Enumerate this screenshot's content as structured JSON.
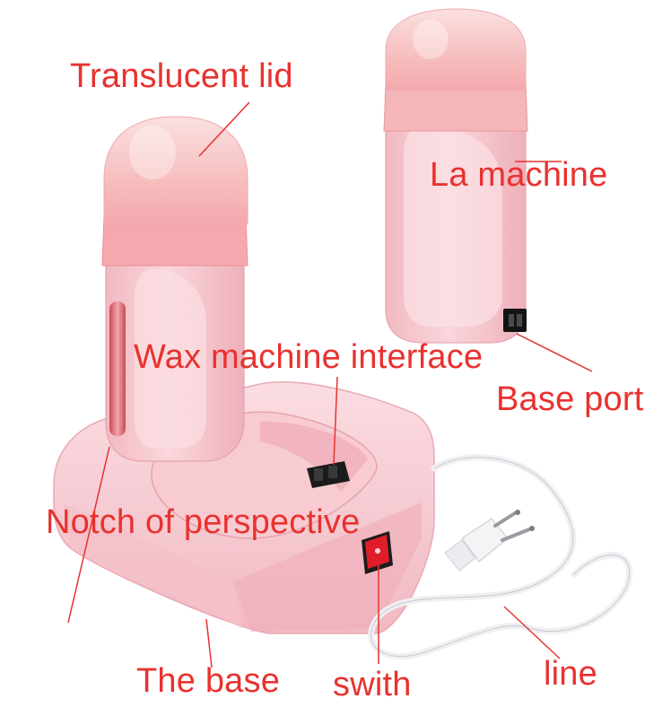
{
  "labels": {
    "lid": "Translucent lid",
    "machine": "La machine",
    "interface": "Wax machine interface",
    "base_port": "Base port",
    "notch": "Notch of perspective",
    "base": "The base",
    "switch": "swith",
    "line": "line"
  },
  "colors": {
    "label_text": "#e8322f",
    "leader_line": "#e8322f",
    "body_pink": "#f7c9cf",
    "lid_pink": "#f6b3b6",
    "switch_red": "#e01e2a",
    "cable_white": "#f0f0f3"
  }
}
